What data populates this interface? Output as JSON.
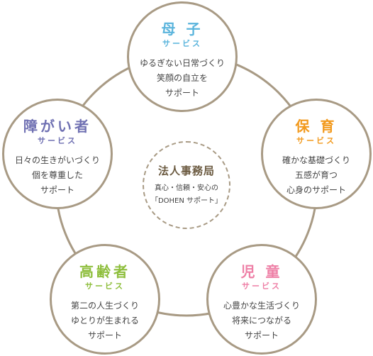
{
  "colors": {
    "ring": "#a89a84",
    "text": "#444444",
    "hq": "#6b5a40"
  },
  "nodes": [
    {
      "id": "boshi",
      "title": "母 子",
      "subtitle": "サービス",
      "desc": "ゆるぎない日常づくり\n笑顔の自立を\nサポート",
      "color": "#5ab4dc"
    },
    {
      "id": "hoiku",
      "title": "保 育",
      "subtitle": "サービス",
      "desc": "確かな基礎づくり\n五感が育つ\n心身のサポート",
      "color": "#f29a1e"
    },
    {
      "id": "jido",
      "title": "児 童",
      "subtitle": "サービス",
      "desc": "心豊かな生活づくり\n将来につながる\nサポート",
      "color": "#ee7fa6"
    },
    {
      "id": "koureisha",
      "title": "高齢者",
      "subtitle": "サービス",
      "desc": "第二の人生づくり\nゆとりが生まれる\nサポート",
      "color": "#8ebe3c"
    },
    {
      "id": "shougai",
      "title": "障がい者",
      "subtitle": "サービス",
      "desc": "日々の生きがいづくり\n個を尊重した\nサポート",
      "color": "#6f70b2"
    }
  ],
  "center": {
    "title": "法人事務局",
    "desc": "真心・信頼・安心の\n「DOHEN サポート」"
  }
}
